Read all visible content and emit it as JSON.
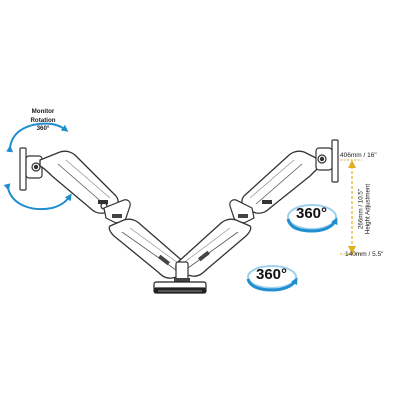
{
  "rotation_label": {
    "line1": "Monitor",
    "line2": "Rotation",
    "line3": "360°"
  },
  "height_adjustment": {
    "top_value": "406mm / 16\"",
    "bottom_value": "140mm / 5.5\"",
    "range_text": "266mm / 10.5\"",
    "label": "Height Adjustment"
  },
  "swivel_badges": {
    "right_arm": "360°",
    "base": "360°"
  },
  "colors": {
    "arrow_blue": "#1f8fd0",
    "arrow_blue_light": "#9fd0ee",
    "dim_yellow": "#e0b020",
    "arm_stroke": "#333333",
    "arm_fill": "#ffffff"
  }
}
